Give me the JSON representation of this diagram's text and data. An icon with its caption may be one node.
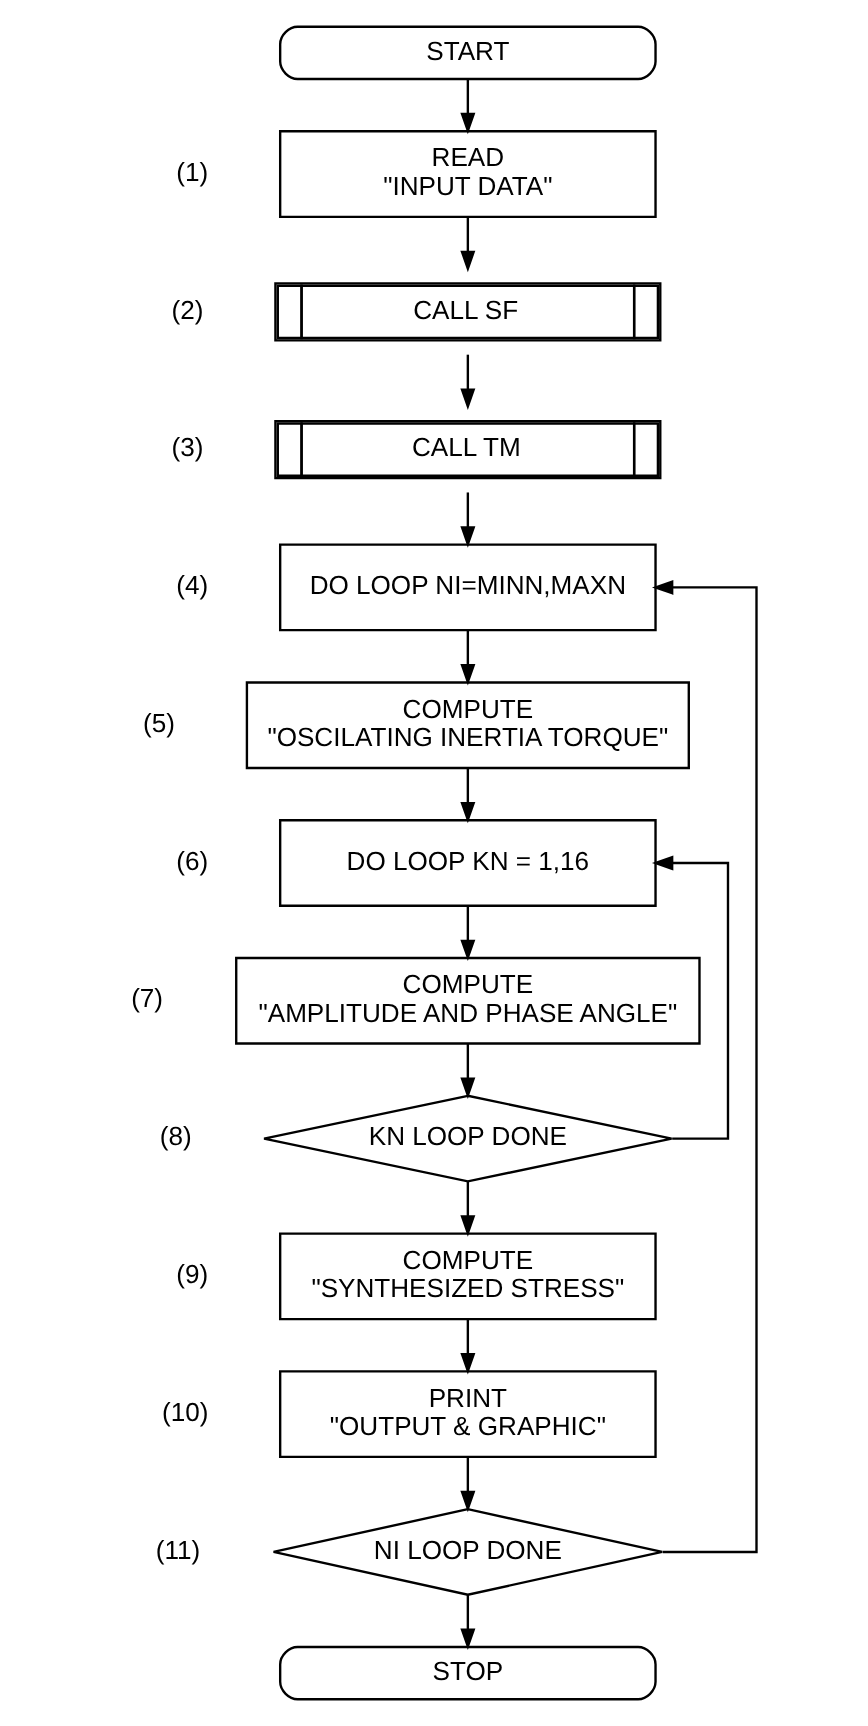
{
  "diagram": {
    "nodes": [
      {
        "text": [
          "START"
        ]
      },
      {
        "text": [
          "READ",
          "\"INPUT DATA\""
        ],
        "beside": [
          "(1)"
        ]
      },
      {
        "text": [
          "CALL SF"
        ],
        "beside": [
          "(2)"
        ]
      },
      {
        "text": [
          "CALL TM"
        ],
        "beside": [
          "(3)"
        ]
      },
      {
        "text": [
          "DO LOOP NI=MINN,MAXN"
        ],
        "beside": [
          "(4)"
        ]
      },
      {
        "text": [
          "COMPUTE",
          "\"OSCILATING INERTIA TORQUE\""
        ],
        "beside": [
          "(5)"
        ]
      },
      {
        "text": [
          "DO LOOP KN = 1,16"
        ],
        "beside": [
          "(6)"
        ]
      },
      {
        "text": [
          "COMPUTE",
          "\"AMPLITUDE AND PHASE ANGLE\""
        ],
        "beside": [
          "(7)"
        ]
      },
      {
        "text": [
          "KN LOOP DONE"
        ],
        "beside": [
          "(8)"
        ]
      },
      {
        "text": [
          "COMPUTE",
          "\"SYNTHESIZED STRESS\""
        ],
        "beside": [
          "(9)"
        ]
      },
      {
        "text": [
          "PRINT",
          "\"OUTPUT & GRAPHIC\""
        ],
        "beside": [
          "(10)"
        ]
      },
      {
        "text": [
          "NI LOOP DONE"
        ],
        "beside": [
          "(11)"
        ]
      },
      {
        "text": [
          "STOP"
        ]
      }
    ],
    "edges": [
      {
        "from": 0,
        "to": 1,
        "arrow": "to"
      },
      {
        "from": 1,
        "to": 2,
        "arrow": "to"
      },
      {
        "from": 2,
        "to": 3,
        "arrow": "to"
      },
      {
        "from": 3,
        "to": 4,
        "arrow": "to"
      },
      {
        "from": 4,
        "to": 5,
        "arrow": "to"
      },
      {
        "from": 5,
        "to": 6,
        "arrow": "to"
      },
      {
        "from": 6,
        "to": 7,
        "arrow": "to"
      },
      {
        "from": 7,
        "to": 8,
        "arrow": "to"
      },
      {
        "from": 8,
        "to": 6,
        "arrow": "to"
      },
      {
        "from": 8,
        "to": 9,
        "arrow": "to"
      },
      {
        "from": 9,
        "to": 10,
        "arrow": "to"
      },
      {
        "from": 10,
        "to": 11,
        "arrow": "to"
      },
      {
        "from": 11,
        "to": 4,
        "arrow": "to"
      },
      {
        "from": 11,
        "to": 12,
        "arrow": "to"
      }
    ]
  }
}
